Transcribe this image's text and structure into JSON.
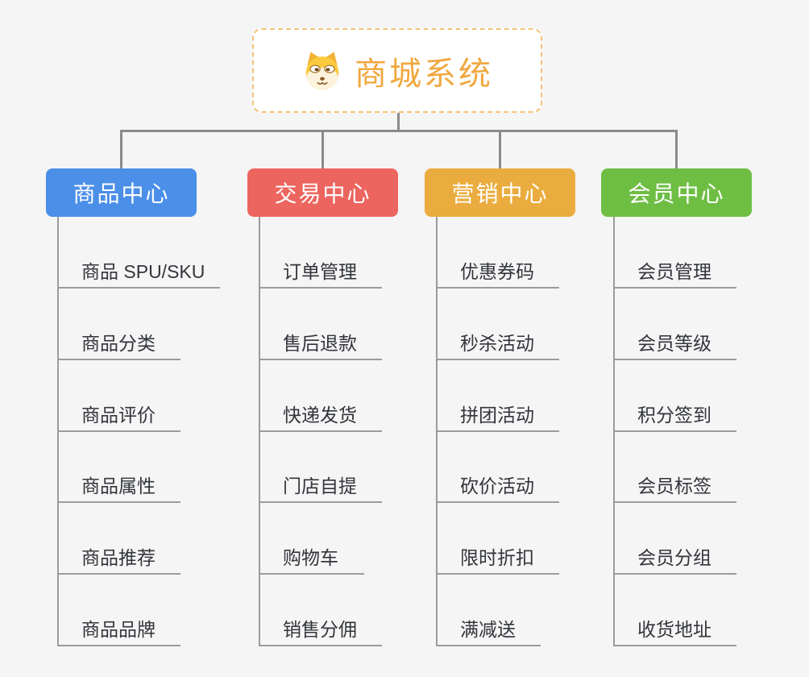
{
  "root": {
    "title": "商城系统",
    "title_color": "#f0a83f",
    "border_color": "#f6c274",
    "background": "#ffffff",
    "icon": "dog-face-icon"
  },
  "colors": {
    "canvas_background": "#f5f5f5",
    "connector": "#8a8a8a",
    "leaf_line": "#9b9b9b",
    "leaf_text": "#32353b"
  },
  "branches": [
    {
      "label": "商品中心",
      "color": "#4b8fe8",
      "items": [
        "商品 SPU/SKU",
        "商品分类",
        "商品评价",
        "商品属性",
        "商品推荐",
        "商品品牌"
      ]
    },
    {
      "label": "交易中心",
      "color": "#ec655f",
      "items": [
        "订单管理",
        "售后退款",
        "快递发货",
        "门店自提",
        "购物车",
        "销售分佣"
      ]
    },
    {
      "label": "营销中心",
      "color": "#eaac3e",
      "items": [
        "优惠券码",
        "秒杀活动",
        "拼团活动",
        "砍价活动",
        "限时折扣",
        "满减送"
      ]
    },
    {
      "label": "会员中心",
      "color": "#6fbe44",
      "items": [
        "会员管理",
        "会员等级",
        "积分签到",
        "会员标签",
        "会员分组",
        "收货地址"
      ]
    }
  ]
}
